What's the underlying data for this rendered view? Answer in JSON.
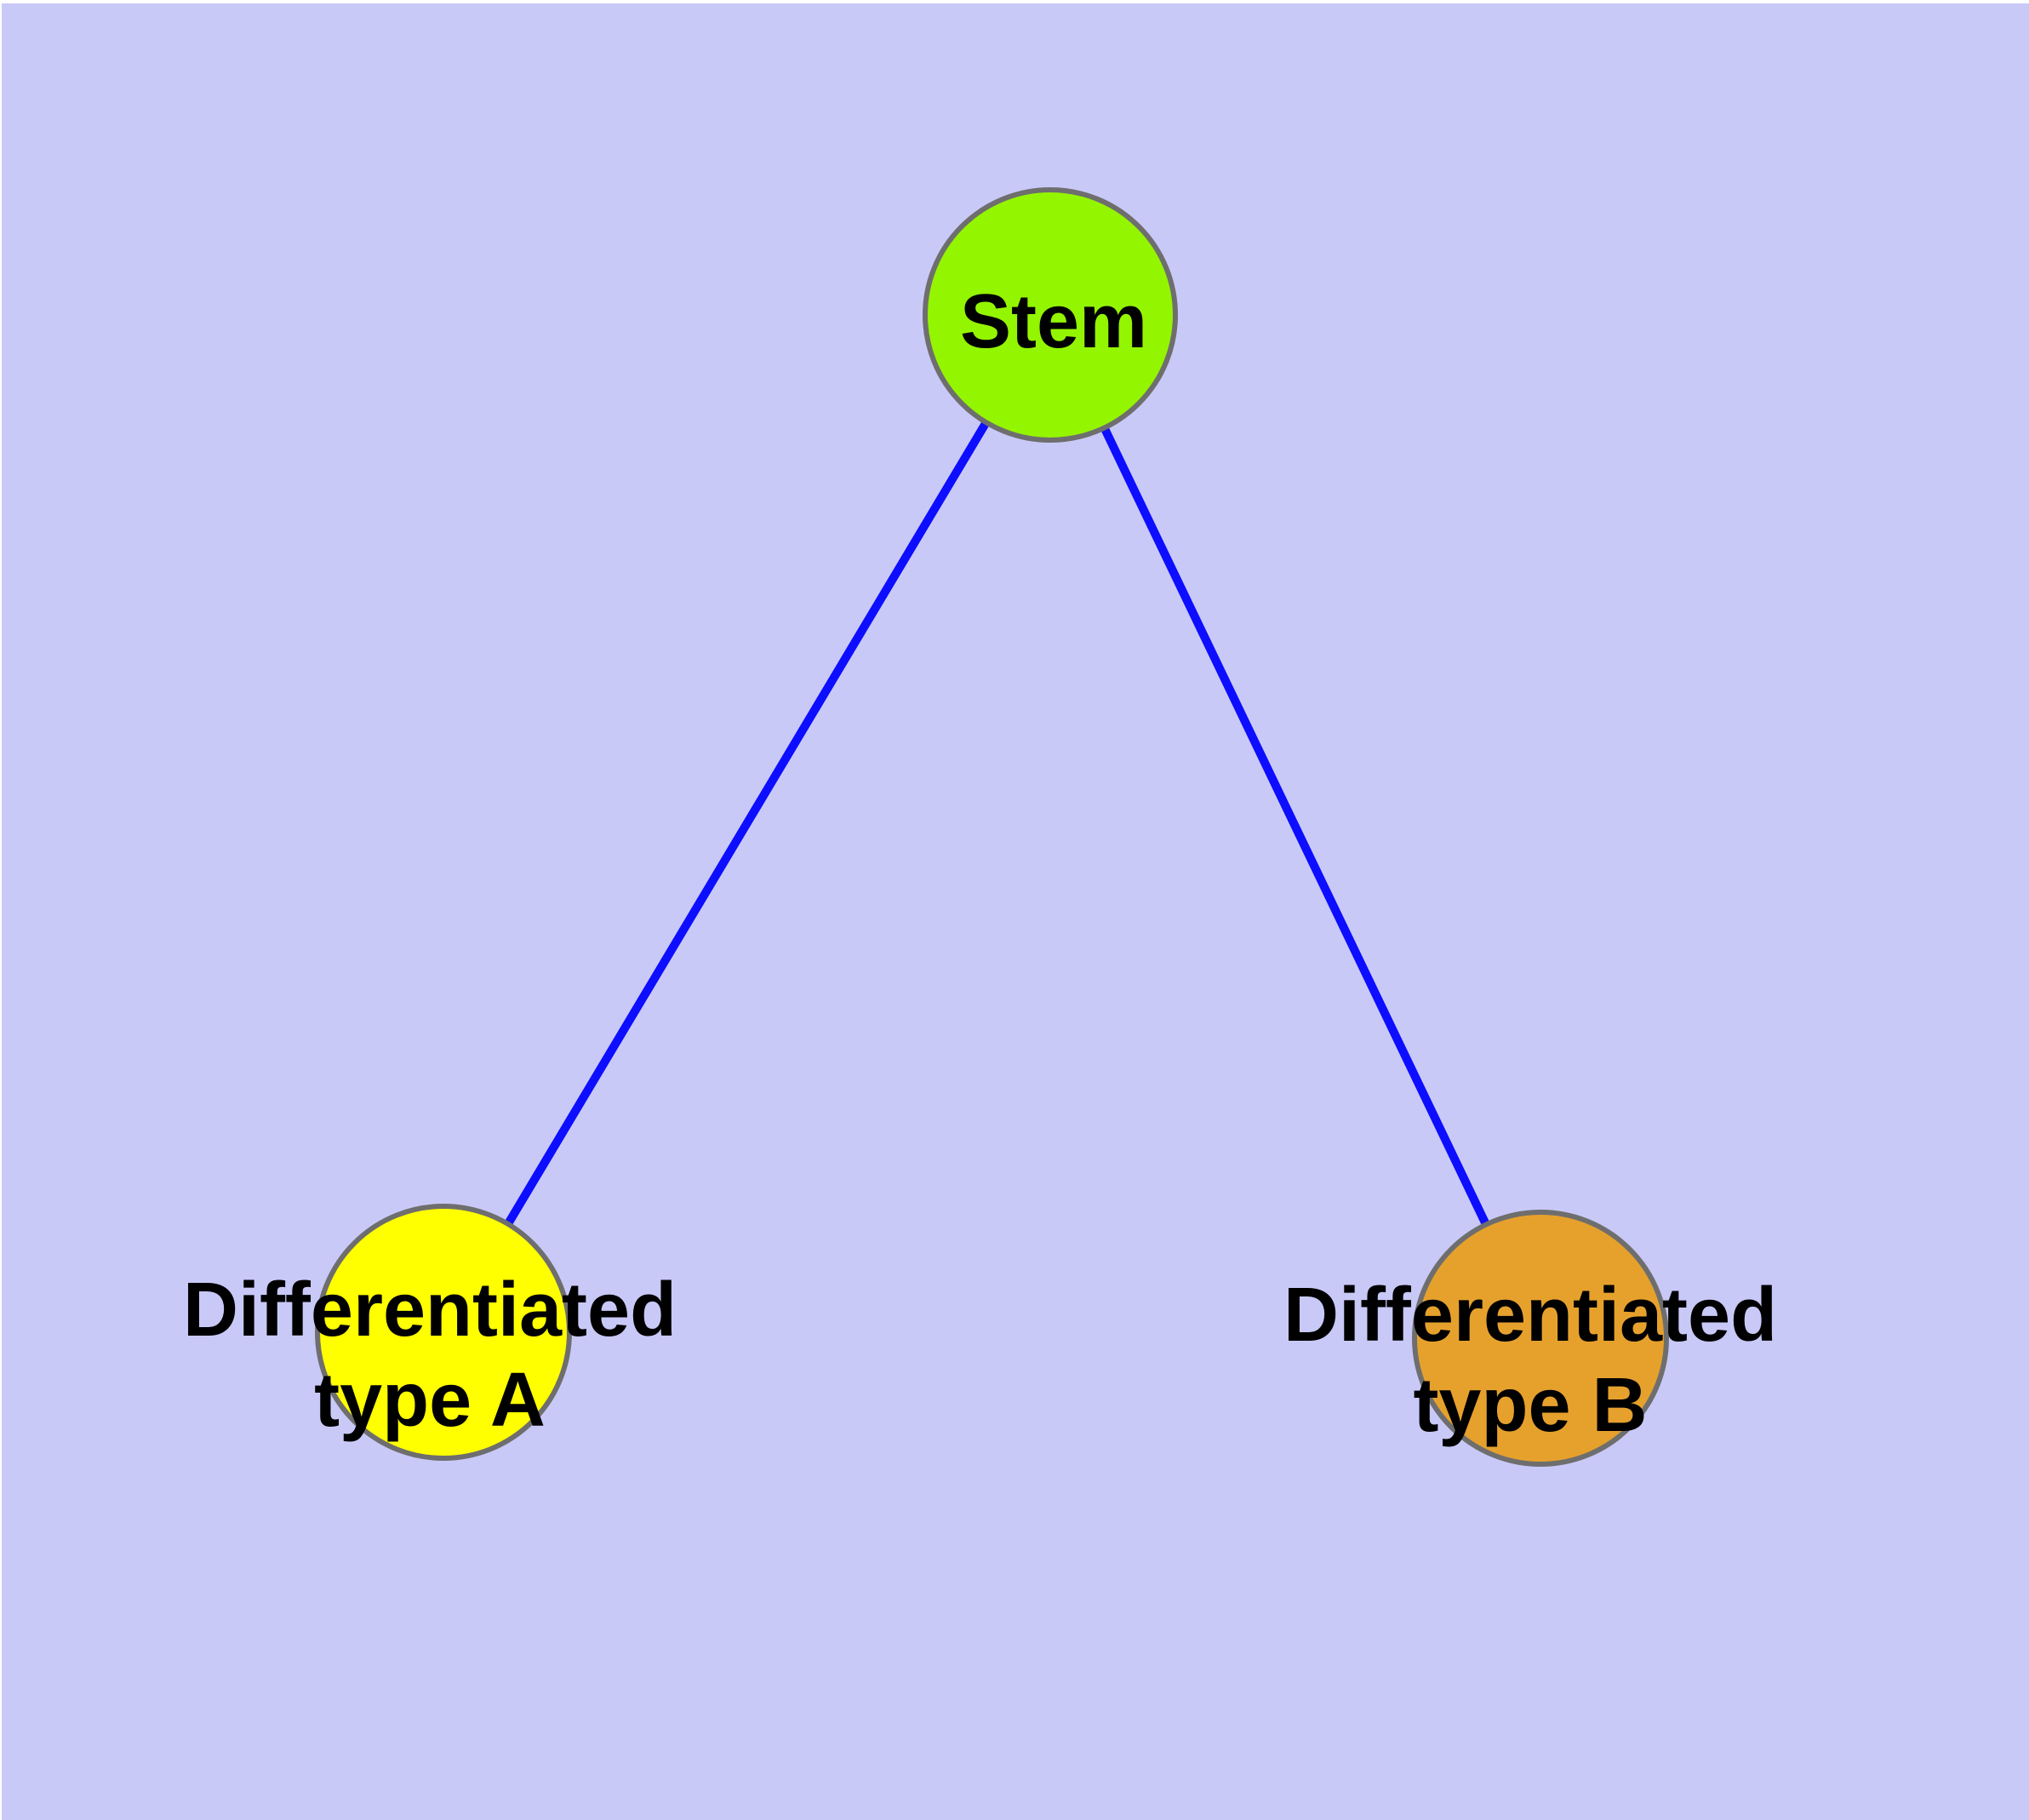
{
  "diagram": {
    "type": "graph",
    "background_color": "#c9c9f8",
    "margin_color": "#ffffff",
    "text_color": "#000000"
  },
  "colors": {
    "edge": "#0d0dff",
    "node_border": "#6e6e6e"
  },
  "nodes": [
    {
      "id": "stem",
      "label": "Stem",
      "color": "#94f500"
    },
    {
      "id": "type-a",
      "label": "Differentiated\ntype A",
      "color": "#ffff00"
    },
    {
      "id": "type-b",
      "label": "Differentiated\ntype B",
      "color": "#e6a12d"
    }
  ],
  "edges": [
    {
      "from": "stem",
      "to": "type-a"
    },
    {
      "from": "stem",
      "to": "type-b"
    }
  ]
}
